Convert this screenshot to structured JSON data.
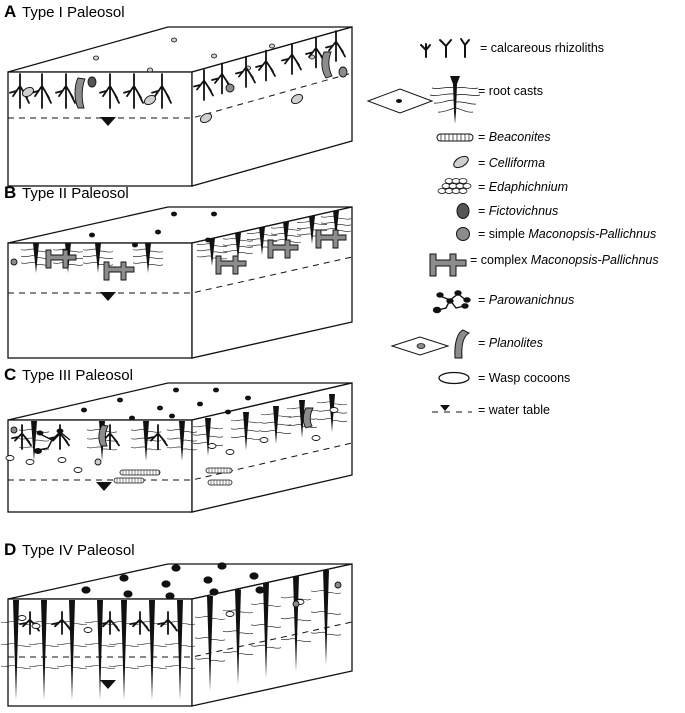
{
  "panels": [
    {
      "letter": "A",
      "title": "Type I Paleosol"
    },
    {
      "letter": "B",
      "title": "Type II Paleosol"
    },
    {
      "letter": "C",
      "title": "Type III Paleosol"
    },
    {
      "letter": "D",
      "title": "Type IV Paleosol"
    }
  ],
  "legend": [
    {
      "prefix": "= ",
      "text": "calcareous rhizoliths",
      "italic": false,
      "icon": "rhizolith-icon"
    },
    {
      "prefix": "= ",
      "text": "root casts",
      "italic": false,
      "icon": "root-cast-icon"
    },
    {
      "prefix": "= ",
      "text": "Beaconites",
      "italic": true,
      "icon": "beaconites-icon"
    },
    {
      "prefix": "= ",
      "text": "Celliforma",
      "italic": true,
      "icon": "celliforma-icon"
    },
    {
      "prefix": "= ",
      "text": "Edaphichnium",
      "italic": true,
      "icon": "edaphichnium-icon"
    },
    {
      "prefix": "= ",
      "text": "Fictovichnus",
      "italic": true,
      "icon": "fictovichnus-icon"
    },
    {
      "prefix": "= simple ",
      "text": "Maconopsis-Pallichnus",
      "italic": true,
      "icon": "simple-maconopsis-icon"
    },
    {
      "prefix": "= complex ",
      "text": "Maconopsis-Pallichnus",
      "italic": true,
      "icon": "complex-maconopsis-icon"
    },
    {
      "prefix": "= ",
      "text": "Parowanichnus",
      "italic": true,
      "icon": "parowanichnus-icon"
    },
    {
      "prefix": "= ",
      "text": "Planolites",
      "italic": true,
      "icon": "planolites-icon"
    },
    {
      "prefix": "= ",
      "text": "Wasp cocoons",
      "italic": false,
      "icon": "wasp-cocoon-icon"
    },
    {
      "prefix": "= ",
      "text": "water table",
      "italic": false,
      "icon": "water-table-icon"
    }
  ],
  "colors": {
    "ink": "#111111",
    "grey": "#8c8c8c",
    "lightgrey": "#cfcfcf",
    "darkgrey": "#555555"
  }
}
